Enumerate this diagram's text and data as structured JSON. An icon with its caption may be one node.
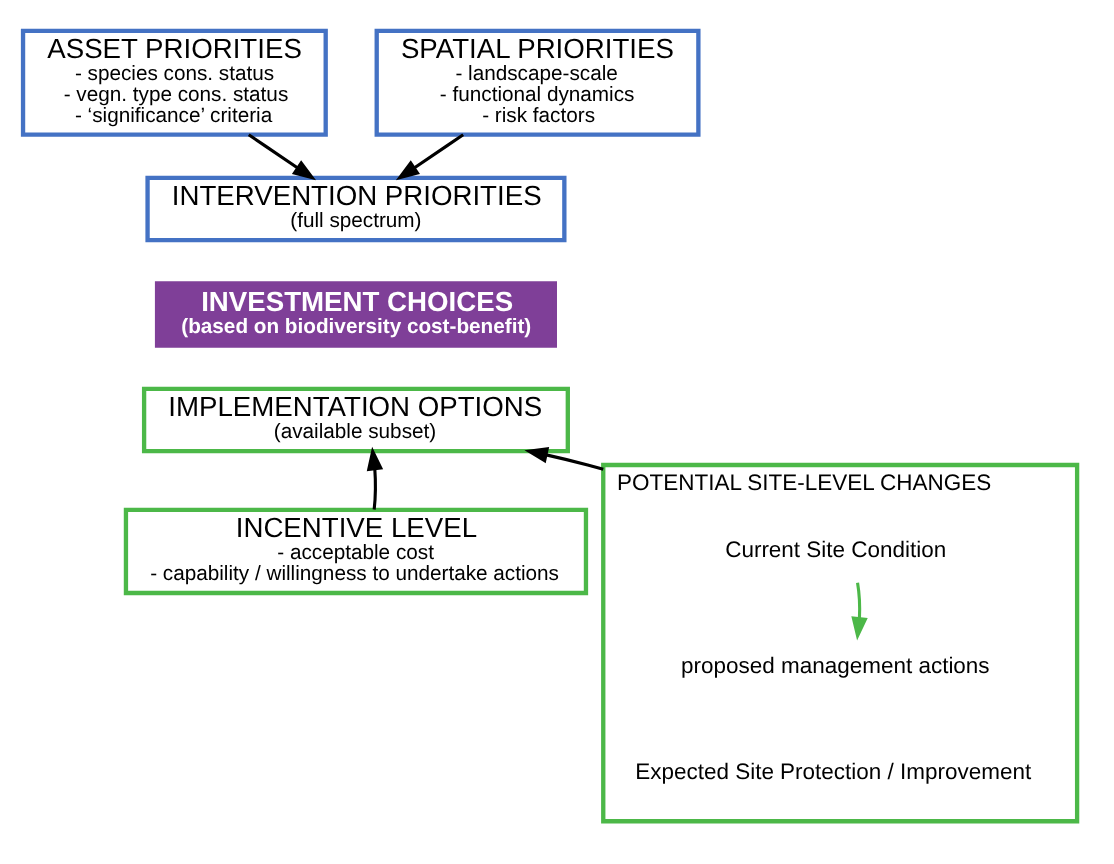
{
  "diagram": {
    "nodes": [
      {
        "text": [
          "ASSET PRIORITIES",
          "- species cons. status",
          "- vegn. type cons. status",
          "- ‘significance’ criteria"
        ]
      },
      {
        "text": [
          "SPATIAL PRIORITIES",
          "- landscape-scale",
          "- functional dynamics",
          "- risk factors"
        ]
      },
      {
        "text": [
          "INTERVENTION PRIORITIES",
          "(full spectrum)"
        ]
      },
      {
        "text": [
          "INVESTMENT CHOICES",
          "(based on biodiversity cost-benefit)"
        ]
      },
      {
        "text": [
          "IMPLEMENTATION OPTIONS",
          "(available subset)"
        ]
      },
      {
        "text": [
          "INCENTIVE LEVEL",
          "- acceptable cost",
          "- capability / willingness to undertake actions"
        ]
      },
      {
        "text": [
          "POTENTIAL SITE-LEVEL CHANGES"
        ]
      },
      {
        "text": [
          "Current Site Condition"
        ],
        "in": 6
      },
      {
        "text": [
          "proposed management actions"
        ],
        "in": 6
      },
      {
        "text": [
          "Expected Site Protection / Improvement"
        ],
        "in": 6
      }
    ],
    "edges": [
      {
        "from": 0,
        "to": 2,
        "arrow": "to"
      },
      {
        "from": 1,
        "to": 2,
        "arrow": "to"
      },
      {
        "from": 5,
        "to": 4,
        "arrow": "to"
      },
      {
        "from": 6,
        "to": 4,
        "arrow": "to"
      },
      {
        "from": 7,
        "to": 8,
        "arrow": "to",
        "color": "#4cb848"
      }
    ]
  }
}
